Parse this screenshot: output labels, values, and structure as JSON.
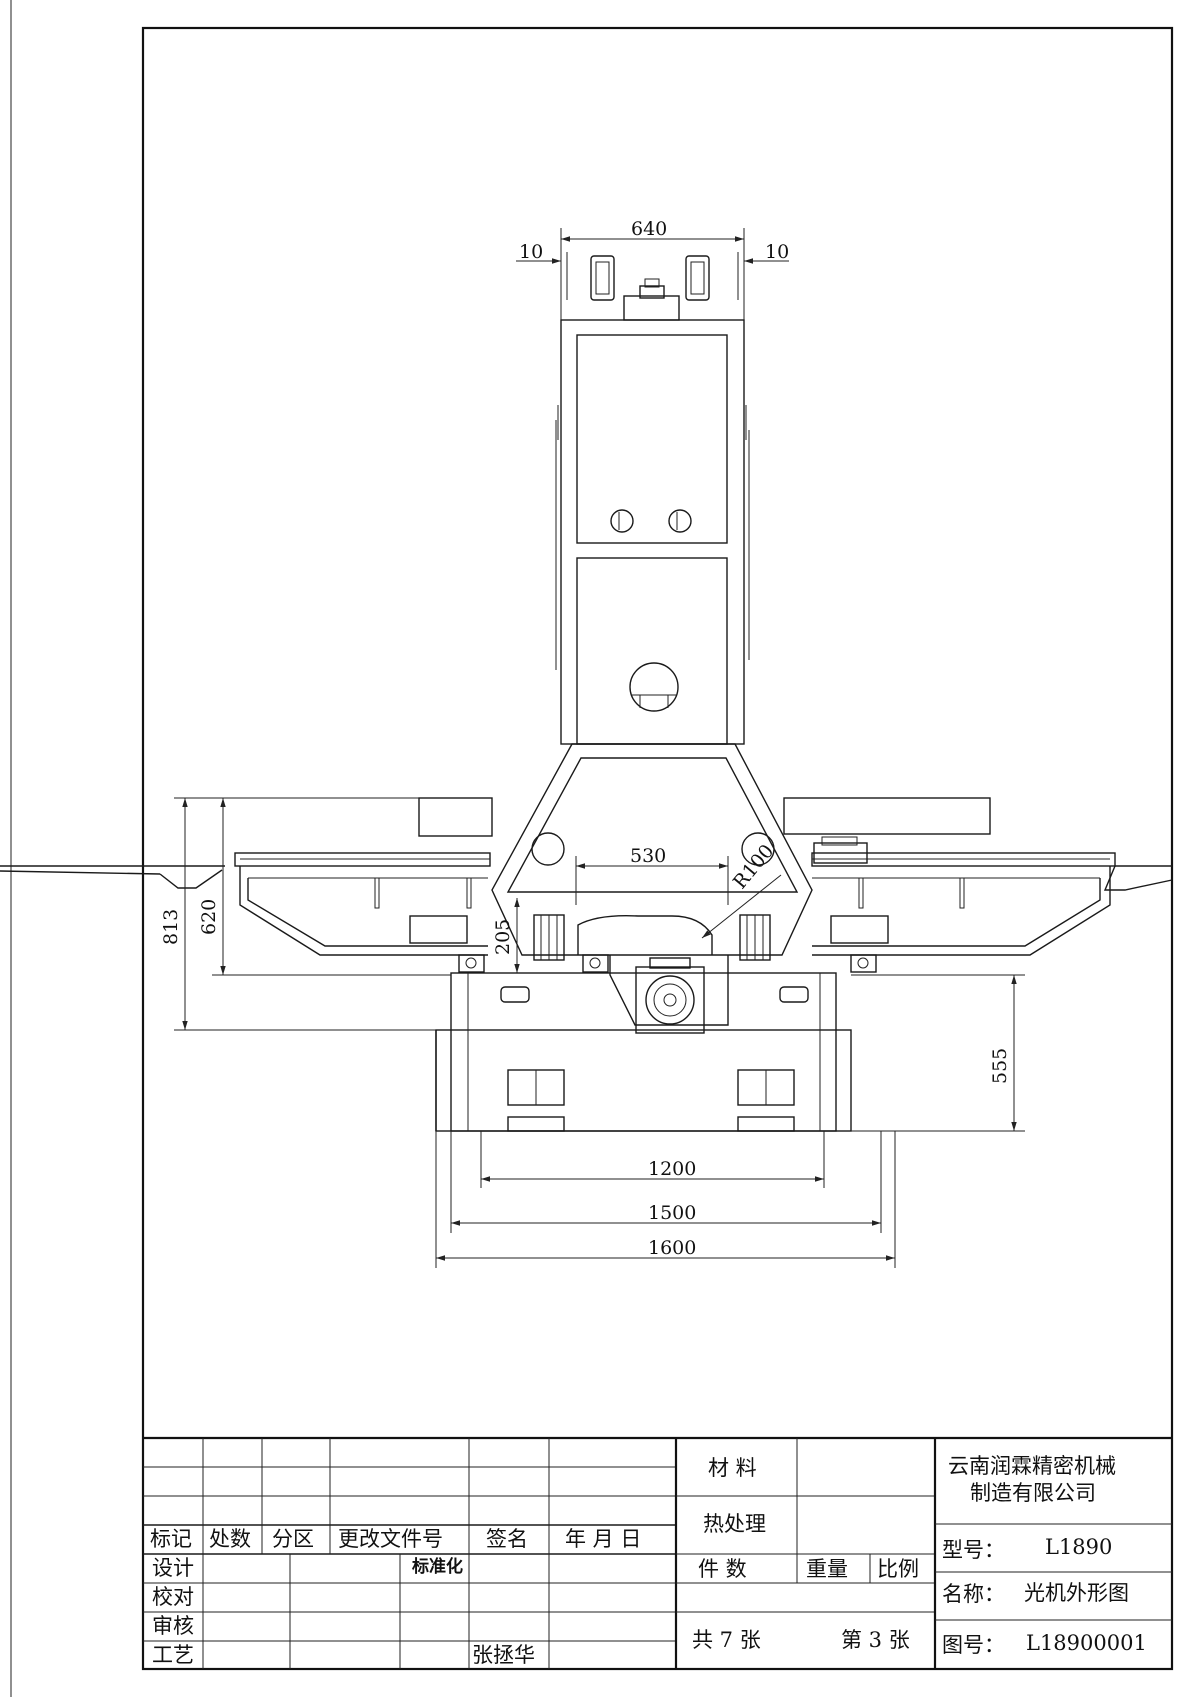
{
  "dimensions": {
    "d640": "640",
    "d10_left": "10",
    "d10_right": "10",
    "d530": "530",
    "dR100": "R100",
    "d813": "813",
    "d620": "620",
    "d205": "205",
    "d555": "555",
    "d1200": "1200",
    "d1500": "1500",
    "d1600": "1600"
  },
  "title_block": {
    "header_labels": [
      "标记",
      "处数",
      "分区",
      "更改文件号",
      "签名",
      "年 月 日"
    ],
    "roles": [
      "设计",
      "校对",
      "审核",
      "工艺"
    ],
    "standardization": "标准化",
    "approver": "张拯华",
    "material": "材 料",
    "heat_treatment": "热处理",
    "pieces": "件  数",
    "weight": "重量",
    "scale": "比例",
    "sheets_total": "共 7 张",
    "sheet_number": "第 3 张",
    "company_line1": "云南润霖精密机械",
    "company_line2": "制造有限公司",
    "model_label": "型号：",
    "model_value": "L1890",
    "name_label": "名称：",
    "name_value": "光机外形图",
    "drawing_no_label": "图号：",
    "drawing_no_value": "L18900001"
  }
}
